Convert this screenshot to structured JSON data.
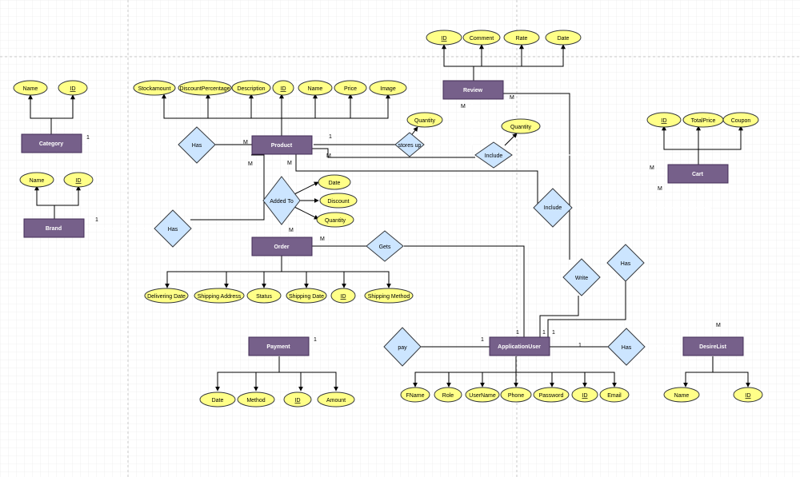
{
  "entities": {
    "category": "Category",
    "product": "Product",
    "review": "Review",
    "cart": "Cart",
    "brand": "Brand",
    "order": "Order",
    "payment": "Payment",
    "application_user": "ApplicationUser",
    "desire_list": "DesireList"
  },
  "relationships": {
    "has_category": "Has",
    "stores_up": "stores up",
    "include_cart": "Include",
    "added_to": "Added To",
    "has_brand": "Has",
    "include_desire": "Include",
    "gets": "Gets",
    "write": "Write",
    "has_cart": "Has",
    "pay": "pay",
    "has_desire": "Has"
  },
  "attributes": {
    "review": [
      "ID",
      "Comment",
      "Rate",
      "Date"
    ],
    "category": [
      "Name",
      "ID"
    ],
    "product": [
      "Stockamount",
      "DiscountPercentage",
      "Description",
      "ID",
      "Name",
      "Price",
      "Image"
    ],
    "stores_up_quantity": "Quantity",
    "include_quantity": "Quantity",
    "cart": [
      "ID",
      "TotalPrice",
      "Coupon"
    ],
    "brand": [
      "Name",
      "ID"
    ],
    "added_to": [
      "Date",
      "Discount",
      "Quantity"
    ],
    "order": [
      "Delivering Date",
      "Shipping Address",
      "Status",
      "Shipping Date",
      "ID",
      "Shipping Method"
    ],
    "payment": [
      "Date",
      "Method",
      "ID",
      "Amount"
    ],
    "application_user": [
      "FName",
      "Role",
      "UserName",
      "Phone",
      "Password",
      "ID",
      "Email"
    ],
    "desire_list": [
      "Name",
      "ID"
    ]
  },
  "key_attributes": [
    "ID"
  ],
  "cardinalities": {
    "category_has": "1",
    "product_has": "M",
    "product_stores": "1",
    "review_stores": "M",
    "review_write": "M",
    "product_include": "M",
    "cart_include": "M",
    "product_added": "M",
    "order_added": "M",
    "product_brand": "M",
    "brand_has": "1",
    "cart_has": "M",
    "order_gets": "M",
    "user_gets": "1",
    "user_write": "1",
    "user_cart": "1",
    "payment_pay": "1",
    "user_pay": "1",
    "user_desire": "1",
    "desire_has": "M"
  },
  "colors": {
    "entity_fill": "#76608a",
    "attribute_fill": "#ffff88",
    "relationship_fill": "#cce5ff",
    "grid_line": "#e6e6e6"
  }
}
